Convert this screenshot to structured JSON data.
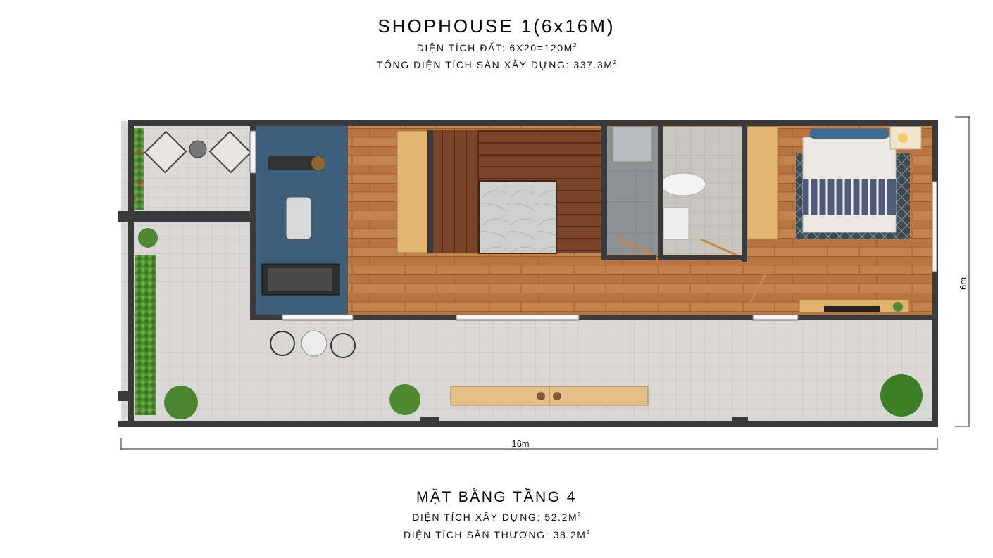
{
  "header": {
    "title": "SHOPHOUSE 1(6x16M)",
    "land_area_label": "DIỆN TÍCH ĐẤT: 6X20=120M",
    "land_area_sup": "2",
    "total_floor_area_label": "TỔNG DIỆN TÍCH SÀN XÂY DỰNG: 337.3M",
    "total_floor_area_sup": "2"
  },
  "dimensions": {
    "width_label": "16m",
    "height_label": "6m"
  },
  "footer": {
    "floor_title": "MẶT BẰNG TẦNG 4",
    "built_area_label": "DIỆN TÍCH XÂY DỰNG: 52.2M",
    "built_area_sup": "2",
    "terrace_area_label": "DIỆN TÍCH SÂN THƯỢNG: 38.2M",
    "terrace_area_sup": "2"
  },
  "colors": {
    "wall": "#3a3a3c",
    "wood_floor": "#b8733f",
    "gym_floor": "#3e5f7a",
    "terrace_tile": "#d9d8d4",
    "bath_tile": "#8f9092",
    "stair": "#6b3a22",
    "greenery": "#4f8a32"
  }
}
